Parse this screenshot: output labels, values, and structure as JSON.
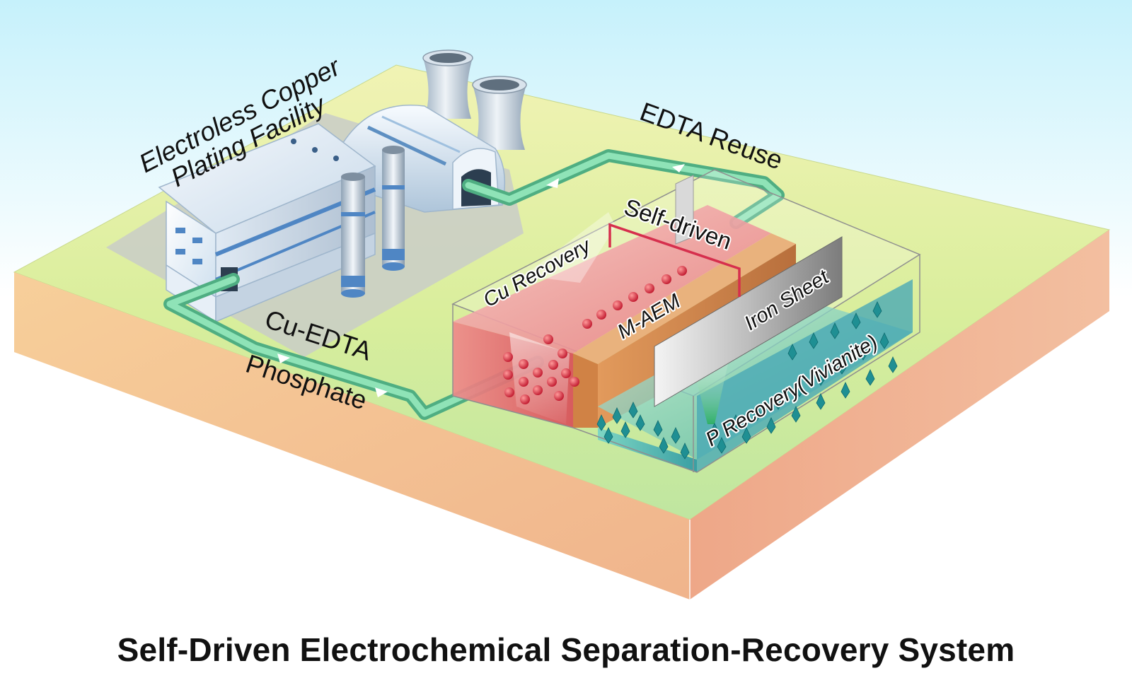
{
  "labels": {
    "facility_line1": "Electroless Copper",
    "facility_line2": "Plating Facility",
    "edta_reuse": "EDTA Reuse",
    "self_driven": "Self-driven",
    "cu_recovery": "Cu Recovery",
    "m_aem": "M-AEM",
    "iron_sheet": "Iron Sheet",
    "cu_edta": "Cu-EDTA",
    "phosphate": "Phosphate",
    "p_recovery": "P Recovery(Vivianite)"
  },
  "caption": "Self-Driven Electrochemical Separation-Recovery System",
  "colors": {
    "ground_top": "#e4f0a6",
    "ground_side": "#f0b48c",
    "pipe": "#6fcf9b",
    "copper_chamber": "#e5656b",
    "membrane": "#cf8a4f",
    "phosphate_chamber": "#49b9a5",
    "wire": "#d62f4d",
    "sky_top": "#cdf3fb"
  }
}
